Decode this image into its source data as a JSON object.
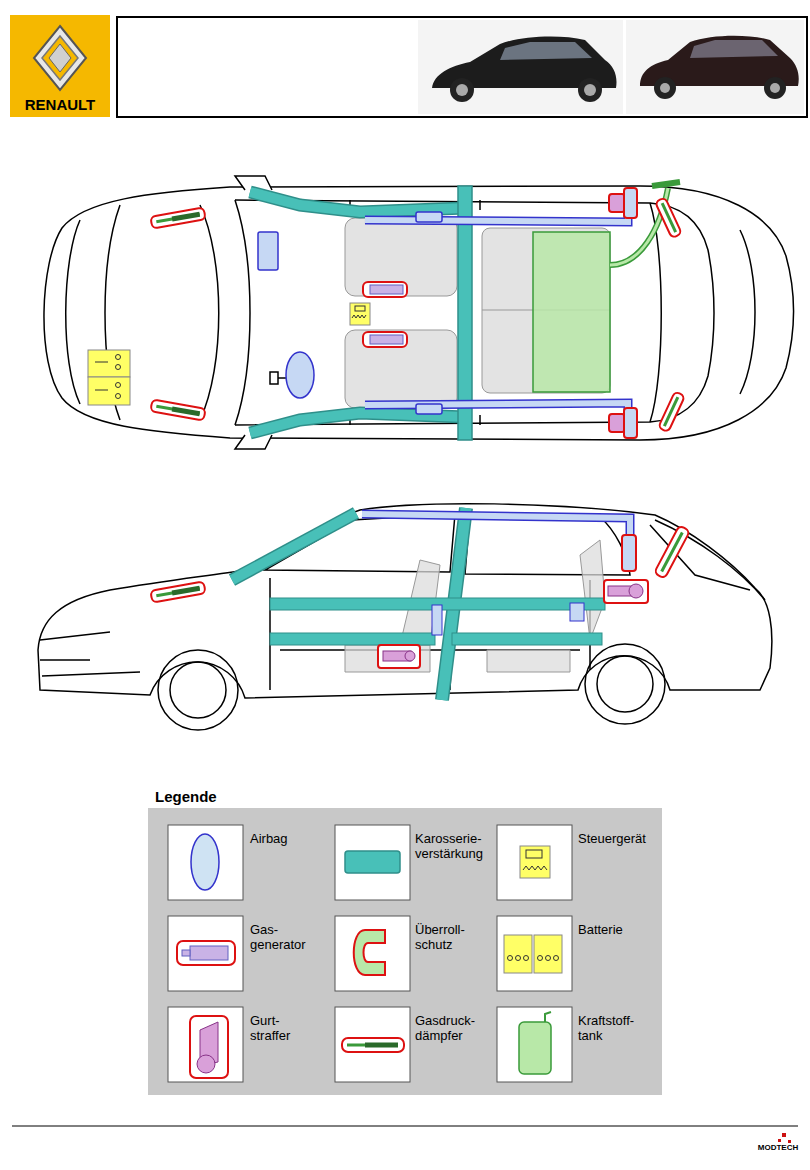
{
  "diagram": {
    "labels": [
      "RENAULT",
      "Legende",
      "MODTECH"
    ],
    "legend": [
      {
        "text": "Airbag"
      },
      {
        "text": "Karosserie- verstärkung"
      },
      {
        "text": "Steuergerät"
      },
      {
        "text": "Gas- generator"
      },
      {
        "text": "Überroll- schutz"
      },
      {
        "text": "Batterie"
      },
      {
        "text": "Gurt- straffer"
      },
      {
        "text": "Gasdruck- dämpfer"
      },
      {
        "text": "Kraftstoff- tank"
      }
    ]
  }
}
